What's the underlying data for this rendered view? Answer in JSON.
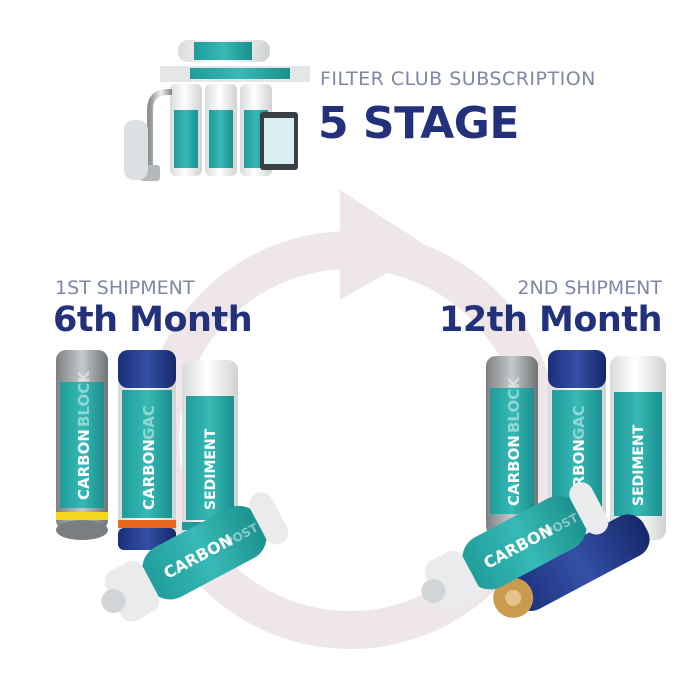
{
  "header": {
    "subtitle": "FILTER CLUB SUBSCRIPTION",
    "title": "5 STAGE"
  },
  "shipments": [
    {
      "label": "1ST SHIPMENT",
      "month": "6th Month"
    },
    {
      "label": "2ND SHIPMENT",
      "month": "12th Month"
    }
  ],
  "cartridges": {
    "carbon_block": [
      "CARBON",
      "BLOCK"
    ],
    "carbon_gac": [
      "CARBON",
      "GAC"
    ],
    "sediment": "SEDIMENT",
    "carbon_post": [
      "CARBON",
      "POST"
    ]
  },
  "colors": {
    "accent_teal": "#2aa8a6",
    "navy": "#22317a",
    "muted_label": "#7f86a6",
    "cycle_arrow": "#efe7e7"
  }
}
